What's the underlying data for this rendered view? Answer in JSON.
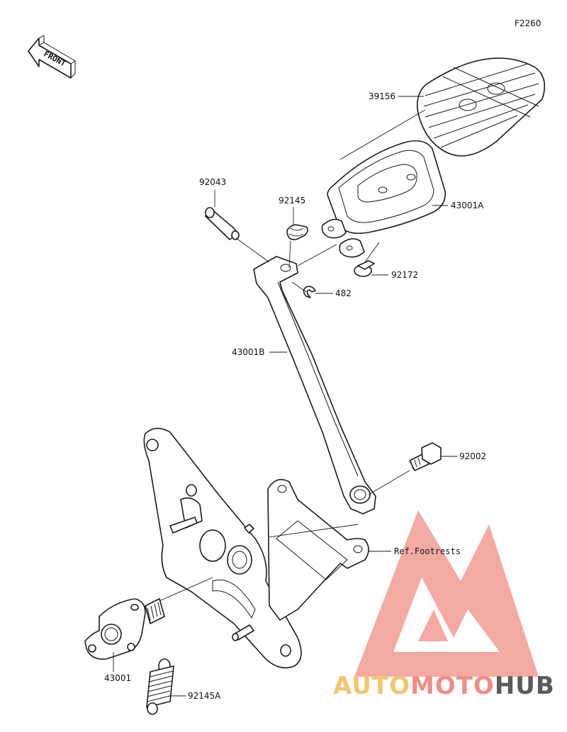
{
  "figure_code": "F2260",
  "front_label": "FRONT",
  "parts": {
    "p39156": "39156",
    "p43001A": "43001A",
    "p92043": "92043",
    "p92145": "92145",
    "p92172": "92172",
    "p482": "482",
    "p43001B": "43001B",
    "p92002": "92002",
    "pRef": "Ref.Footrests",
    "p43001": "43001",
    "p92145A": "92145A"
  },
  "watermark": {
    "part1": "AUTO",
    "part2": "MOTO",
    "part3": "HUB"
  },
  "colors": {
    "line": "#1a1a1a",
    "watermark_red": "#f08e85",
    "watermark_yellow": "#f4c56a",
    "watermark_gray": "#5a5a5a"
  }
}
